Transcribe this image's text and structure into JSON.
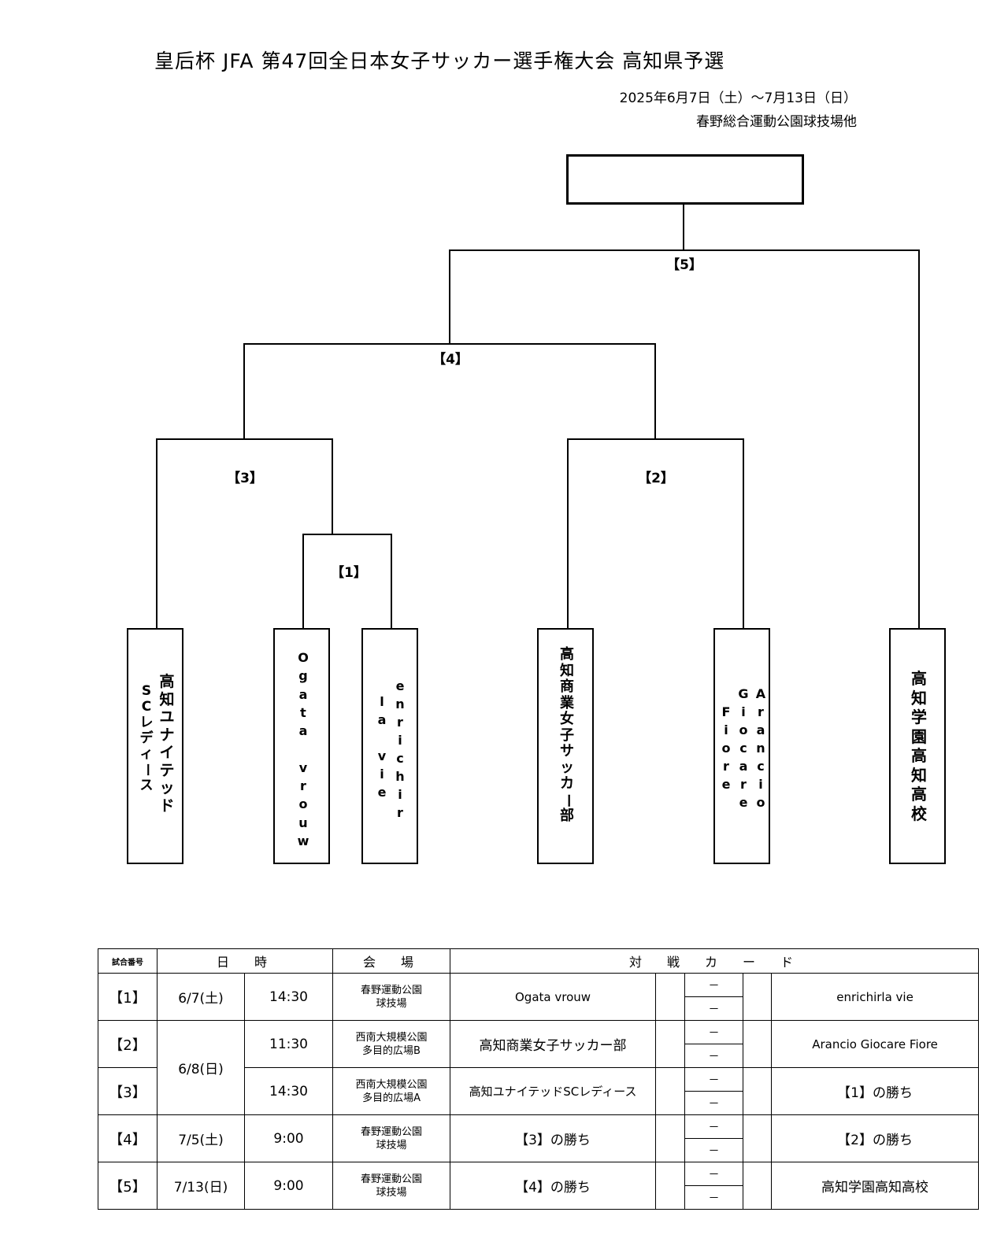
{
  "header": {
    "title": "皇后杯  JFA  第47回全日本女子サッカー選手権大会  高知県予選",
    "date": "2025年6月7日（土）～7月13日（日）",
    "venue": "春野総合運動公園球技場他"
  },
  "bracket": {
    "match_labels": [
      "【1】",
      "【2】",
      "【3】",
      "【4】",
      "【5】"
    ],
    "teams": [
      {
        "columns": [
          "高知ユナイテッド",
          "SCレディース"
        ]
      },
      {
        "columns": [
          "Ogata",
          "vrouw"
        ]
      },
      {
        "columns": [
          "enrichir",
          "la vie"
        ]
      },
      {
        "columns": [
          "高知商業女子サッカー部"
        ]
      },
      {
        "columns": [
          "Arancio",
          "Giocare",
          "Fiore"
        ]
      },
      {
        "columns": [
          "高知学園高知高校"
        ]
      }
    ]
  },
  "schedule": {
    "headers": {
      "no": "試合番号",
      "datetime": "日　時",
      "venue": "会　場",
      "card": "対　戦　カ　ー　ド"
    },
    "score_dash": "－",
    "rows": [
      {
        "no": "【1】",
        "date": "6/7(土)",
        "time": "14:30",
        "venue1": "春野運動公園",
        "venue2": "球技場",
        "home": "Ogata vrouw",
        "away": "enrichirla vie"
      },
      {
        "no": "【2】",
        "date": "6/8(日)",
        "time": "11:30",
        "venue1": "西南大規模公園",
        "venue2": "多目的広場B",
        "home": "高知商業女子サッカー部",
        "away": "Arancio Giocare Fiore"
      },
      {
        "no": "【3】",
        "date": "",
        "time": "14:30",
        "venue1": "西南大規模公園",
        "venue2": "多目的広場A",
        "home": "高知ユナイテッドSCレディース",
        "away": "【1】の勝ち"
      },
      {
        "no": "【4】",
        "date": "7/5(土)",
        "time": "9:00",
        "venue1": "春野運動公園",
        "venue2": "球技場",
        "home": "【3】の勝ち",
        "away": "【2】の勝ち"
      },
      {
        "no": "【5】",
        "date": "7/13(日)",
        "time": "9:00",
        "venue1": "春野運動公園",
        "venue2": "球技場",
        "home": "【4】の勝ち",
        "away": "高知学園高知高校"
      }
    ]
  }
}
